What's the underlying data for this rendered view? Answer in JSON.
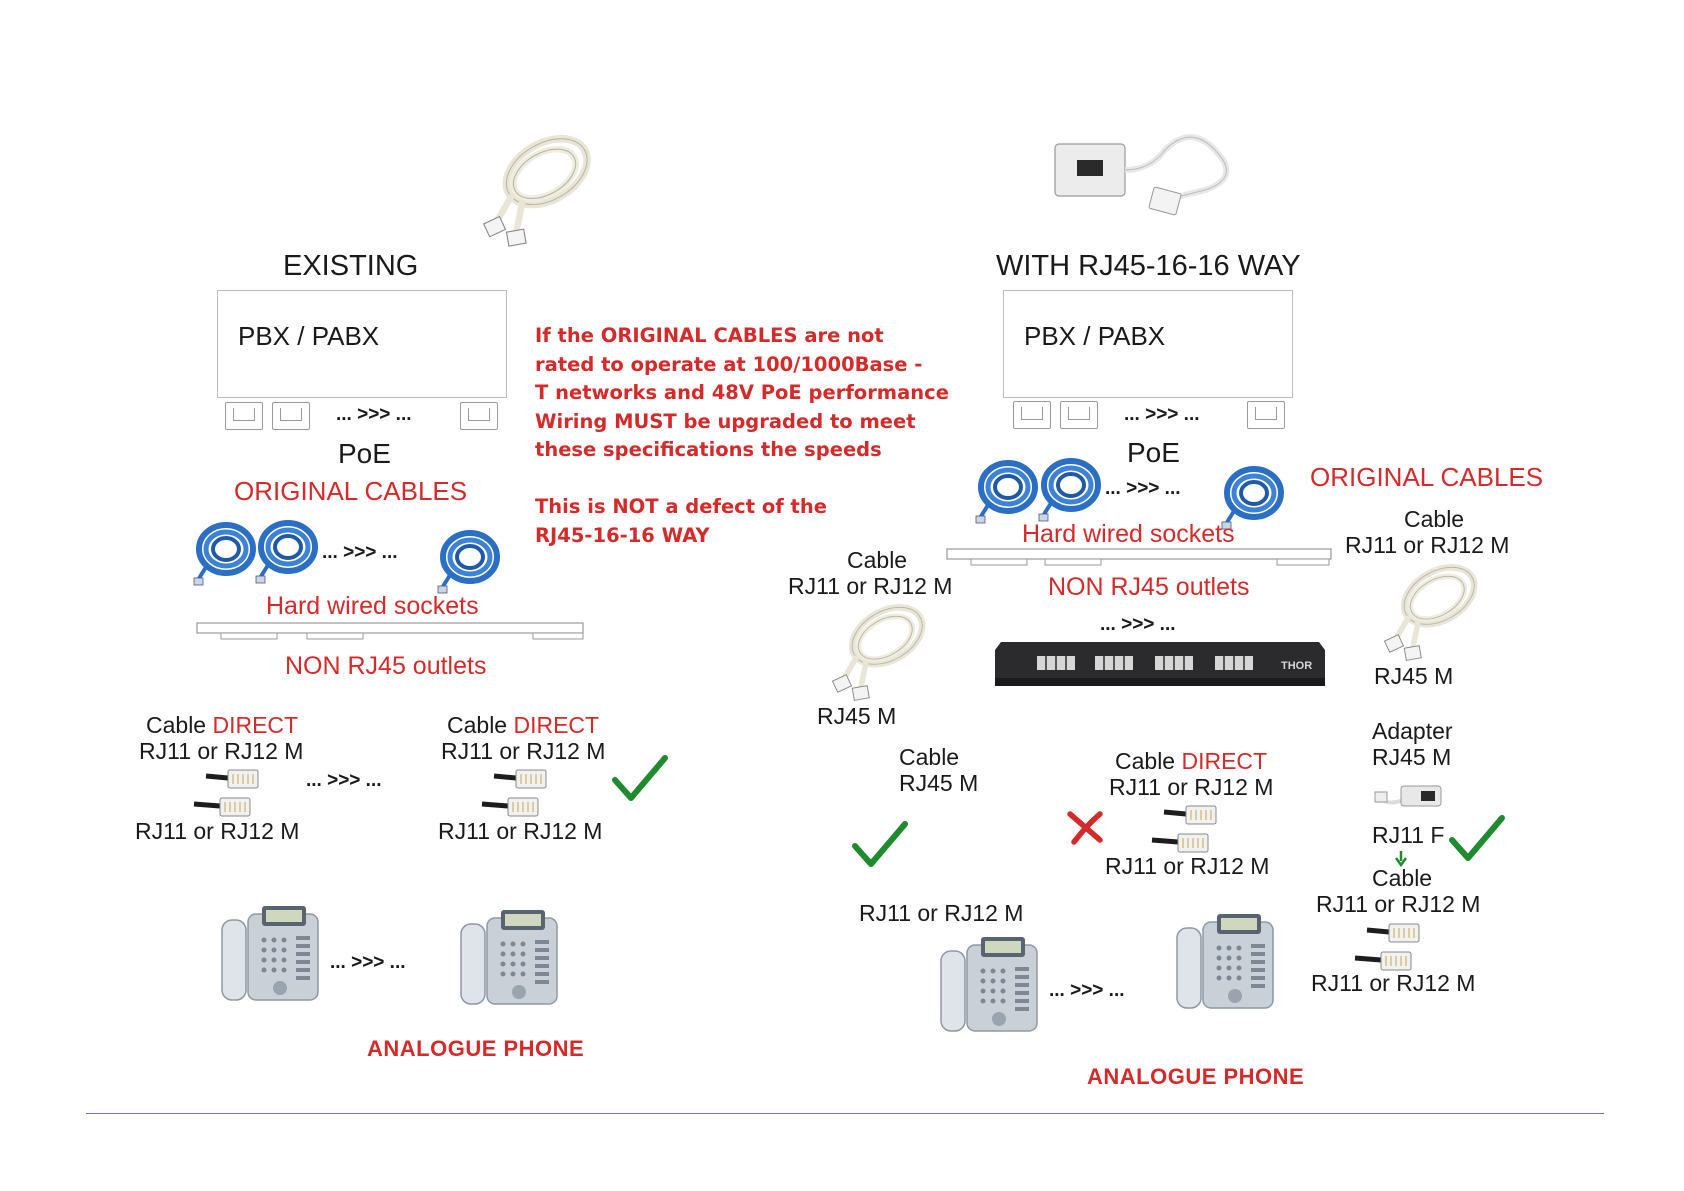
{
  "left": {
    "heading": "EXISTING",
    "pbx_label": "PBX / PABX",
    "ports_ellipsis": "...  >>> ...",
    "poe": "PoE",
    "original_cables": "ORIGINAL CABLES",
    "cables_ellipsis": "...  >>> ...",
    "hard_wired": "Hard wired sockets",
    "non_rj45": "NON RJ45 outlets",
    "drop1": {
      "line1_a": "Cable ",
      "line1_b": "DIRECT",
      "line2": "RJ11 or RJ12 M",
      "bottom": "RJ11 or RJ12  M"
    },
    "drop2": {
      "line1_a": "Cable ",
      "line1_b": "DIRECT",
      "line2": "RJ11 or RJ12 M",
      "bottom": "RJ11 or RJ12  M"
    },
    "drop_ellipsis": "...  >>> ...",
    "phones_ellipsis": "...  >>> ...",
    "analogue_phone": "ANALOGUE PHONE"
  },
  "warning": {
    "lines": [
      "If the ORIGINAL CABLES are not",
      "rated to operate at 100/1000Base -",
      "T networks and 48V PoE performance",
      "Wiring MUST be upgraded to meet",
      "these specifications the speeds"
    ],
    "note_lines": [
      "This is NOT a defect of the",
      "RJ45-16-16 WAY"
    ]
  },
  "right": {
    "heading": "WITH RJ45-16-16 WAY",
    "pbx_label": "PBX / PABX",
    "ports_ellipsis": "...  >>> ...",
    "poe": "PoE",
    "cables_ellipsis": "...  >>> ...",
    "original_cables": "ORIGINAL CABLES",
    "hard_wired": "Hard wired sockets",
    "non_rj45": "NON RJ45 outlets",
    "panel_ellipsis": "...  >>> ...",
    "panel_brand": "THOR",
    "left_cable": {
      "line1": "Cable",
      "line2": "RJ11 or RJ12  M",
      "bottom": "RJ45 M"
    },
    "right_cable": {
      "line1": "Cable",
      "line2": "RJ11 or RJ12  M",
      "bottom": "RJ45 M"
    },
    "option_a": {
      "line1": "Cable",
      "line2": "RJ45 M",
      "bottom": "RJ11 or RJ12  M"
    },
    "option_b": {
      "line1_a": "Cable ",
      "line1_b": "DIRECT",
      "line2": "RJ11 or RJ12 M",
      "bottom": "RJ11 or RJ12  M"
    },
    "option_c": {
      "adapter_line1": "Adapter",
      "adapter_line2": "RJ45 M",
      "rj11f": "RJ11 F",
      "cable_line1": "Cable",
      "cable_line2": "RJ11 or RJ12 M",
      "bottom": "RJ11 or RJ12  M"
    },
    "phones_ellipsis": "...  >>> ...",
    "analogue_phone": "ANALOGUE PHONE"
  },
  "colors": {
    "red": "#d42a2a",
    "check_green": "#1f8a2e",
    "cable_blue": "#2b6fc4",
    "footer_rule": "#8a6d9e"
  }
}
